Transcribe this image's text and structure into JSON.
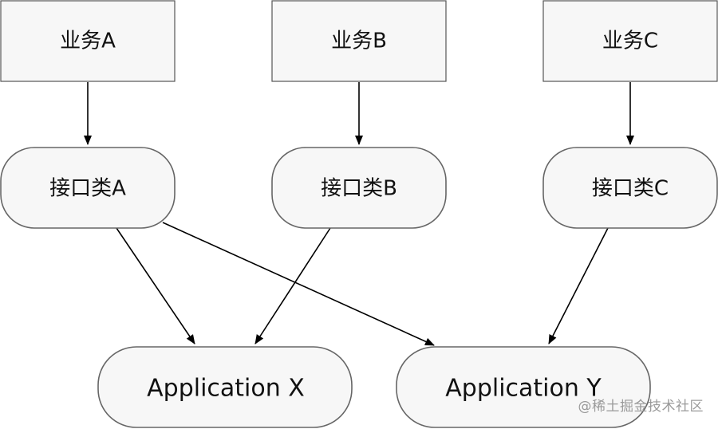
{
  "business_nodes": [
    {
      "label": "业务A"
    },
    {
      "label": "业务B"
    },
    {
      "label": "业务C"
    }
  ],
  "interface_nodes": [
    {
      "label": "接口类A"
    },
    {
      "label": "接口类B"
    },
    {
      "label": "接口类C"
    }
  ],
  "application_nodes": [
    {
      "label": "Application X"
    },
    {
      "label": "Application Y"
    }
  ],
  "edges": [
    {
      "from": "业务A",
      "to": "接口类A"
    },
    {
      "from": "业务B",
      "to": "接口类B"
    },
    {
      "from": "业务C",
      "to": "接口类C"
    },
    {
      "from": "接口类A",
      "to": "Application X"
    },
    {
      "from": "接口类A",
      "to": "Application Y"
    },
    {
      "from": "接口类B",
      "to": "Application X"
    },
    {
      "from": "接口类C",
      "to": "Application Y"
    }
  ],
  "watermark": "@稀土掘金技术社区"
}
